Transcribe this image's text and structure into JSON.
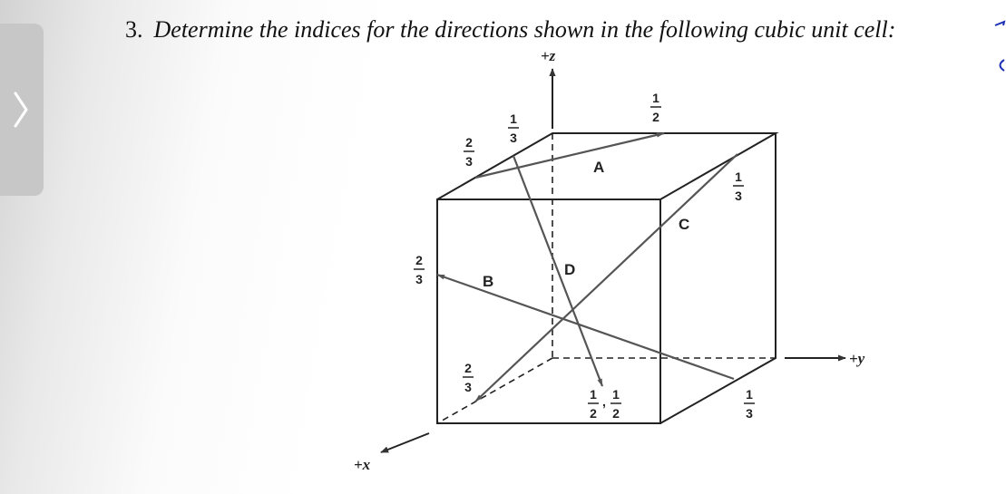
{
  "question": {
    "number": "3.",
    "text": "Determine the indices for the directions shown in the following cubic unit cell:"
  },
  "axes": {
    "z": "+z",
    "y": "+y",
    "x": "+x"
  },
  "vectors": {
    "A": "A",
    "B": "B",
    "C": "C",
    "D": "D"
  },
  "fractions": {
    "two_thirds": {
      "num": "2",
      "den": "3"
    },
    "one_third": {
      "num": "1",
      "den": "3"
    },
    "one_half": {
      "num": "1",
      "den": "2"
    },
    "comma": ","
  },
  "colors": {
    "ink": "#222222",
    "vector": "#555555",
    "pen": "#1a2fb3"
  }
}
